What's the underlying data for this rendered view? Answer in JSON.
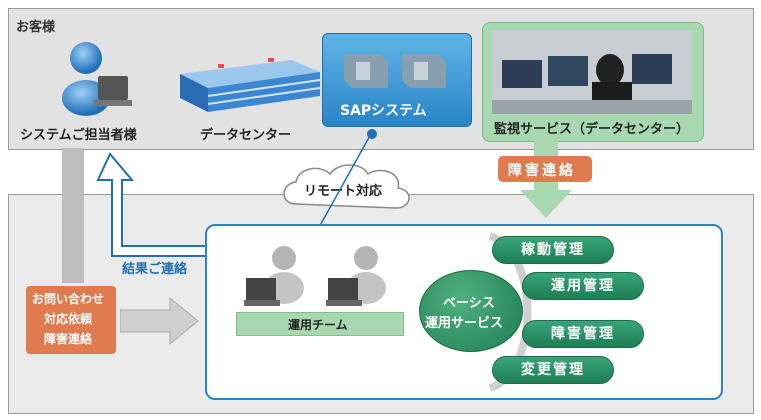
{
  "customer_area": {
    "label": "お客様"
  },
  "person": {
    "label": "システムご担当者様"
  },
  "datacenter": {
    "label": "データセンター"
  },
  "sap": {
    "label": "SAPシステム"
  },
  "monitor": {
    "label": "監視サービス（データセンター）"
  },
  "fault_badge": {
    "label": "障害連絡"
  },
  "remote_cloud": {
    "label": "リモート対応"
  },
  "result_label": {
    "label": "結果ご連絡"
  },
  "inquiry": {
    "line1": "お問い合わせ",
    "line2": "対応依頼",
    "line3": "障害連絡"
  },
  "team": {
    "label": "運用チーム"
  },
  "basis": {
    "line1": "ベーシス",
    "line2": "運用サービス"
  },
  "services": [
    {
      "label": "稼動管理"
    },
    {
      "label": "運用管理"
    },
    {
      "label": "障害管理"
    },
    {
      "label": "変更管理"
    }
  ],
  "colors": {
    "accent_blue": "#1f6fb8",
    "green": "#2a8f63",
    "orange": "#e07a4f",
    "light_green": "#a8d8b0"
  }
}
